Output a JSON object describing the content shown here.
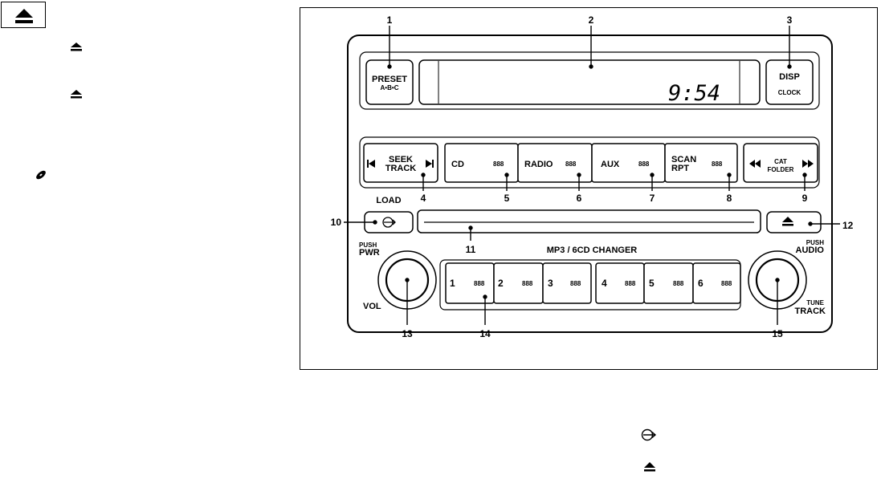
{
  "left_margin": {
    "eject_box_icon": "eject-icon",
    "icons": [
      "eject-icon",
      "eject-icon",
      "disc-icon"
    ]
  },
  "bottom_icons": [
    "load-icon",
    "eject-icon"
  ],
  "radio": {
    "buttons": {
      "preset_line1": "PRESET",
      "preset_line2": "A•B•C",
      "disp_line1": "DISP",
      "disp_line2": "CLOCK",
      "seek_line1": "SEEK",
      "seek_line2": "TRACK",
      "cd": "CD",
      "radio": "RADIO",
      "aux": "AUX",
      "scan_line1": "SCAN",
      "scan_line2": "RPT",
      "cat_line1": "CAT",
      "cat_line2": "FOLDER",
      "load": "LOAD",
      "changer": "MP3 / 6CD CHANGER",
      "push_pwr_line1": "PUSH",
      "push_pwr_line2": "PWR",
      "vol": "VOL",
      "push_audio_line1": "PUSH",
      "push_audio_line2": "AUDIO",
      "tune_line1": "TUNE",
      "tune_line2": "TRACK",
      "presets": [
        "1",
        "2",
        "3",
        "4",
        "5",
        "6"
      ]
    },
    "display_time": "9:54",
    "callouts": [
      "1",
      "2",
      "3",
      "4",
      "5",
      "6",
      "7",
      "8",
      "9",
      "10",
      "11",
      "12",
      "13",
      "14",
      "15"
    ]
  }
}
